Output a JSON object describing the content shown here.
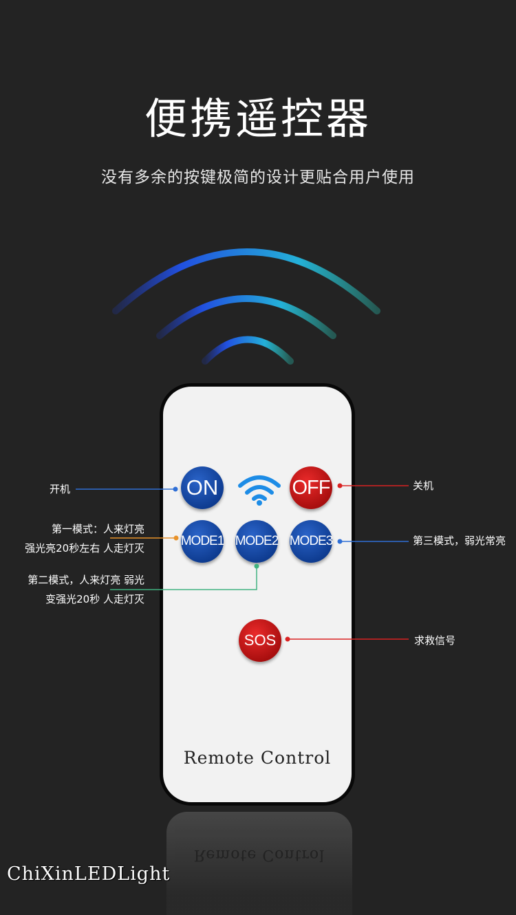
{
  "header": {
    "title": "便携遥控器",
    "subtitle": "没有多余的按键极简的设计更贴合用户使用"
  },
  "colors": {
    "background": "#232323",
    "button_blue": "#1a4fae",
    "button_red": "#c81616",
    "line_blue": "#2f6fd6",
    "line_red": "#d92323",
    "line_orange": "#e8922a",
    "line_green": "#3fb27f",
    "wave_start": "#1f4fe0",
    "wave_end": "#29d0c8"
  },
  "remote": {
    "label": "Remote Control",
    "reflection_label": "Remote Control",
    "buttons": {
      "on": "ON",
      "off": "OFF",
      "mode1": "MODE1",
      "mode2": "MODE2",
      "mode3": "MODE3",
      "sos": "SOS"
    },
    "signal_icon": "wifi-icon"
  },
  "annotations": {
    "on": "开机",
    "off": "关机",
    "mode1_line1": "第一模式：人来灯亮",
    "mode1_line2": "强光亮20秒左右 人走灯灭",
    "mode2_line1": "第二模式，人来灯亮 弱光",
    "mode2_line2": "变强光20秒 人走灯灭",
    "mode3": "第三模式，弱光常亮",
    "sos": "求救信号"
  },
  "watermark": "ChiXinLEDLight"
}
